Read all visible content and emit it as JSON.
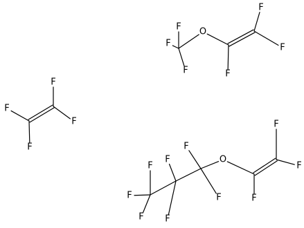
{
  "molecules": [
    {
      "atoms": [
        {
          "id": "F1",
          "label": "F"
        },
        {
          "id": "F2",
          "label": "F"
        },
        {
          "id": "F3",
          "label": "F"
        },
        {
          "id": "O1",
          "label": "O"
        },
        {
          "id": "F4",
          "label": "F"
        },
        {
          "id": "F5",
          "label": "F"
        },
        {
          "id": "F6",
          "label": "F"
        }
      ]
    },
    {
      "atoms": [
        {
          "id": "F7",
          "label": "F"
        },
        {
          "id": "F8",
          "label": "F"
        },
        {
          "id": "F9",
          "label": "F"
        },
        {
          "id": "F10",
          "label": "F"
        }
      ]
    },
    {
      "atoms": [
        {
          "id": "F11",
          "label": "F"
        },
        {
          "id": "F12",
          "label": "F"
        },
        {
          "id": "F13",
          "label": "F"
        },
        {
          "id": "F14",
          "label": "F"
        },
        {
          "id": "F15",
          "label": "F"
        },
        {
          "id": "F16",
          "label": "F"
        },
        {
          "id": "F17",
          "label": "F"
        },
        {
          "id": "O2",
          "label": "O"
        },
        {
          "id": "F18",
          "label": "F"
        },
        {
          "id": "F19",
          "label": "F"
        },
        {
          "id": "F20",
          "label": "F"
        }
      ]
    }
  ]
}
